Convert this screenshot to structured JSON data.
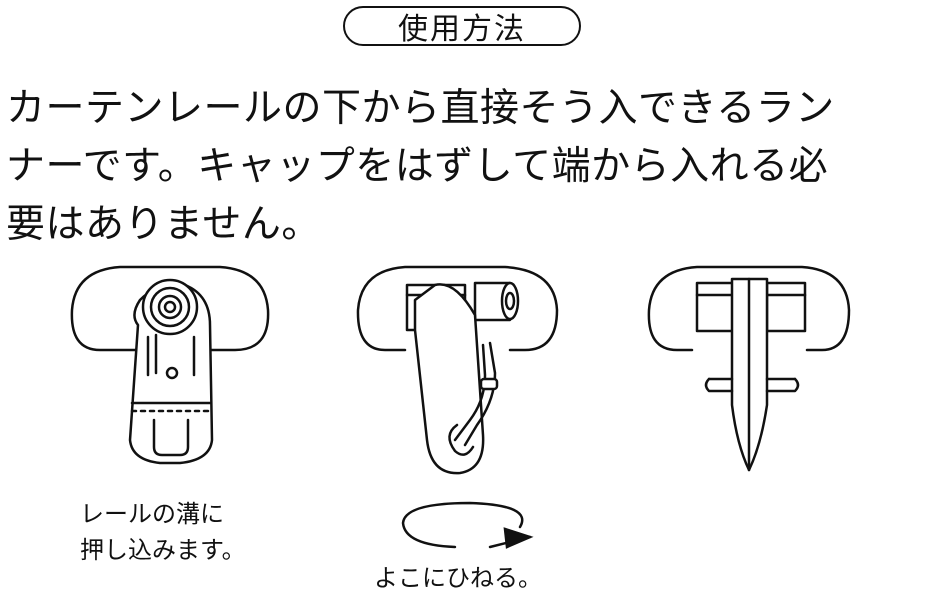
{
  "title": "使用方法",
  "description": {
    "lines": [
      "カーテンレールの下から直接そう入できるラン",
      "ナーです。キャップをはずして端から入れる必",
      "要はありません。"
    ]
  },
  "steps": [
    {
      "caption_lines": [
        "レールの溝に",
        "押し込みます。"
      ]
    },
    {
      "caption_lines": [
        "よこにひねる。"
      ]
    },
    {
      "caption_lines": []
    }
  ],
  "colors": {
    "line": "#111111",
    "background": "#ffffff"
  }
}
